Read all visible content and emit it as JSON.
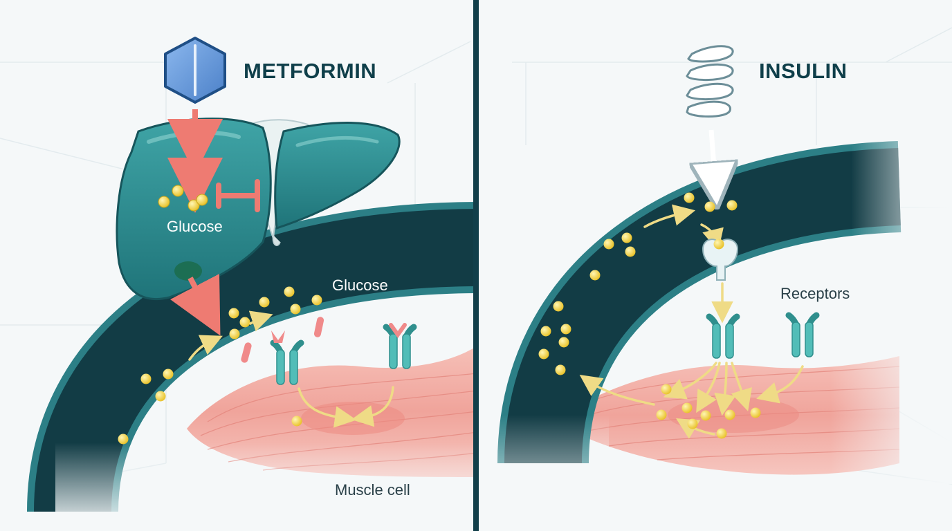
{
  "panels": {
    "left": {
      "title": "METFORMIN",
      "labels": {
        "glucose_liver": "Glucose",
        "glucose_vessel": "Glucose",
        "muscle_cell": "Muscle cell"
      }
    },
    "right": {
      "title": "INSULIN",
      "labels": {
        "receptors": "Receptors"
      }
    }
  },
  "colors": {
    "background": "#f5f8f9",
    "divider": "#123f4a",
    "vessel": "#123c45",
    "vessel_wall": "#2c7f86",
    "liver": "#2a8c91",
    "muscle": "#f2aaa2",
    "glucose": "#f3d23c",
    "receptor": "#4fb8b4",
    "metformin_arrow": "#ee7b72",
    "flow_arrow": "#f1df8e",
    "pill": "#5d93d6"
  },
  "icons": [
    "metformin-pill-icon",
    "insulin-coil-icon",
    "liver-icon",
    "glucose-dot-icon",
    "receptor-icon",
    "inhibit-bar-icon"
  ]
}
